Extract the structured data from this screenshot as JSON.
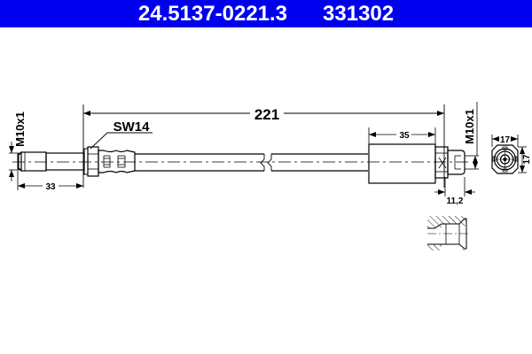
{
  "header": {
    "part_number": "24.5137-0221.3",
    "code": "331302",
    "background": "#0000ee",
    "text_color": "#ffffff"
  },
  "drawing": {
    "total_length": "221",
    "left_thread": "M10x1",
    "left_fitting_length": "33",
    "wrench_size": "SW14",
    "right_sleeve_length": "35",
    "right_thread": "M10x1",
    "right_fitting_length": "11,2",
    "end_view_width": "17",
    "end_view_height": "17"
  }
}
